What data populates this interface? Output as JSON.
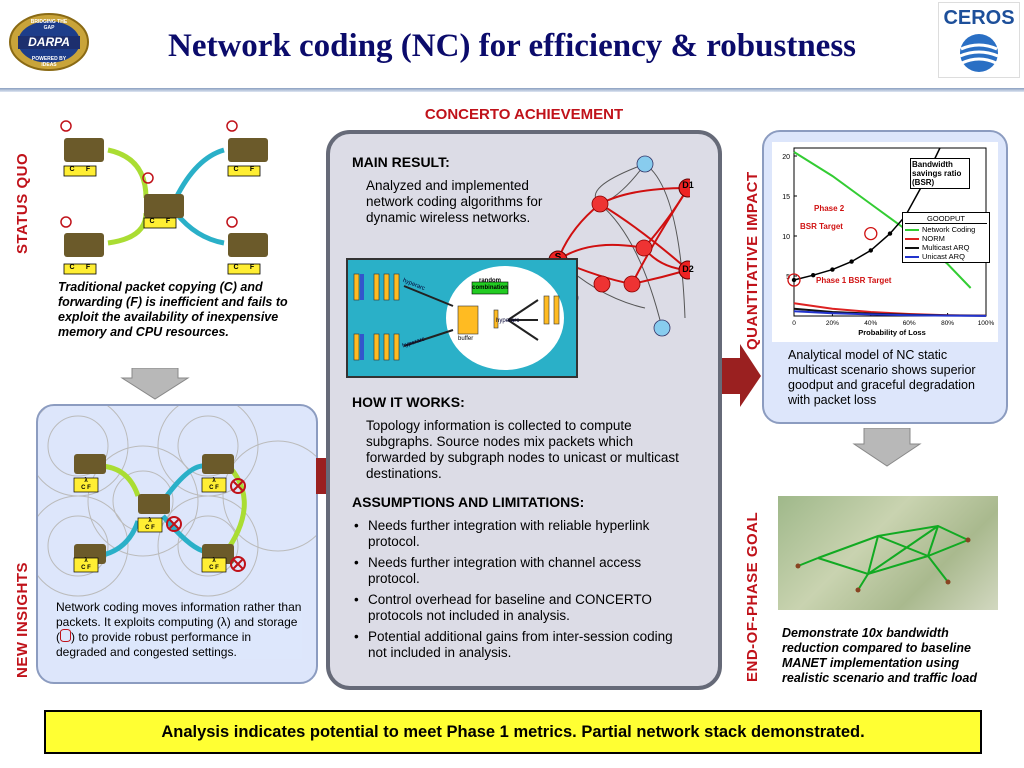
{
  "title": "Network coding (NC) for efficiency & robustness",
  "logos": {
    "left_text": "DARPA",
    "left_top_text": "BRIDGING THE GAP",
    "left_bottom_text": "POWERED BY IDEAS",
    "right_text": "CEROS"
  },
  "section_labels": {
    "status_quo": "STATUS QUO",
    "new_insights": "NEW INSIGHTS",
    "concerto": "CONCERTO ACHIEVEMENT",
    "quantitative_impact": "QUANTITATIVE IMPACT",
    "end_of_phase_goal": "END-OF-PHASE GOAL"
  },
  "status_quo": {
    "node_labels": [
      "C",
      "F"
    ],
    "caption": "Traditional packet copying (C) and forwarding (F) is inefficient and fails to exploit the availability of inexpensive memory and CPU resources."
  },
  "new_insights": {
    "node_labels": [
      "λ",
      "C",
      "F"
    ],
    "caption_pre": "Network coding moves information rather than packets. It exploits computing (λ) and storage (",
    "caption_post": ") to provide robust performance in degraded and congested settings."
  },
  "concerto": {
    "main_result_header": "MAIN RESULT:",
    "main_result_text": "Analyzed and implemented network coding algorithms for dynamic wireless networks.",
    "diagram_labels": {
      "random_combination": "random combination",
      "hyperarc_1": "hyperarc",
      "hyperarc_2": "hyperarc",
      "hyperarc_3": "hyperarc",
      "buffer": "buffer",
      "node_s": "S",
      "node_d1": "D1",
      "node_d2": "D2"
    },
    "how_it_works_header": "HOW IT WORKS:",
    "how_it_works_text": "Topology information is collected to compute subgraphs. Source nodes mix packets which forwarded by subgraph nodes to unicast or multicast destinations.",
    "assumptions_header": "ASSUMPTIONS AND LIMITATIONS:",
    "assumptions": [
      "Needs further integration with reliable hyperlink protocol.",
      "Needs further integration with channel access protocol.",
      "Control overhead for baseline and CONCERTO protocols not included in analysis.",
      "Potential additional gains from inter-session coding not included in analysis."
    ]
  },
  "quantitative": {
    "caption": "Analytical model of NC static multicast scenario shows superior goodput and graceful degradation with packet loss"
  },
  "chart_data": {
    "type": "line",
    "xlabel": "Probability of Loss",
    "ylabel": "",
    "x_ticks": [
      "0",
      "20%",
      "40%",
      "60%",
      "80%",
      "100%"
    ],
    "y_ticks": [
      5,
      10,
      15,
      20
    ],
    "xlim": [
      0,
      100
    ],
    "ylim": [
      0,
      21
    ],
    "legend_title": "GOODPUT",
    "legend_placement": "right",
    "series": [
      {
        "name": "Network Coding",
        "color": "#33cc33",
        "x": [
          0,
          20,
          40,
          60,
          80,
          92
        ],
        "y": [
          20.5,
          17.5,
          14,
          10.5,
          6.5,
          3.5
        ]
      },
      {
        "name": "NORM",
        "color": "#dd2222",
        "x": [
          0,
          20,
          40,
          60,
          80,
          100
        ],
        "y": [
          1.6,
          0.9,
          0.5,
          0.25,
          0.1,
          0.05
        ]
      },
      {
        "name": "Multicast ARQ",
        "color": "#111111",
        "x": [
          0,
          20,
          40,
          60,
          80,
          100
        ],
        "y": [
          0.9,
          0.5,
          0.3,
          0.15,
          0.08,
          0.03
        ]
      },
      {
        "name": "Unicast ARQ",
        "color": "#2233cc",
        "x": [
          0,
          20,
          40,
          60,
          80,
          100
        ],
        "y": [
          0.6,
          0.35,
          0.2,
          0.1,
          0.05,
          0.02
        ]
      }
    ],
    "bsr_curve": {
      "name": "Bandwidth savings ratio (BSR)",
      "color": "#000000",
      "x": [
        0,
        10,
        20,
        30,
        40,
        50,
        58,
        66,
        72,
        76
      ],
      "y": [
        4.5,
        5.1,
        5.8,
        6.8,
        8.2,
        10.3,
        12.5,
        16,
        19,
        21
      ]
    },
    "annotations": {
      "bsr_label": "Bandwidth savings ratio (BSR)",
      "phase2": "Phase 2",
      "bsr_target": "BSR Target",
      "phase1": "Phase 1 BSR Target"
    }
  },
  "end_of_phase": {
    "caption": "Demonstrate 10x bandwidth reduction compared to baseline MANET implementation using realistic scenario and traffic load"
  },
  "bottom_banner": "Analysis indicates potential to meet Phase 1 metrics. Partial network stack demonstrated.",
  "colors": {
    "accent_red": "#c0121a",
    "title_blue": "#0b0b6b",
    "panel_blue": "#dde6fb",
    "banner_yellow": "#ffff33",
    "arrow_red": "#9a2020",
    "arrow_gray": "#b8b8b8"
  }
}
